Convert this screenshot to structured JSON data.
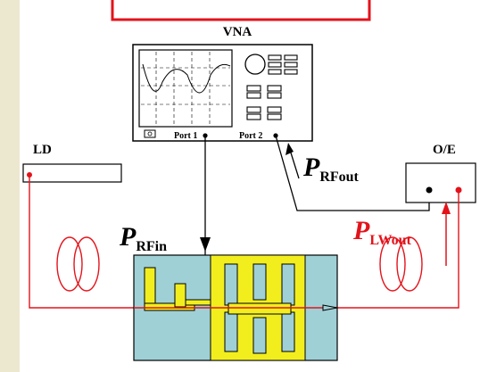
{
  "labels": {
    "vna": "VNA",
    "ld": "LD",
    "oe": "O/E",
    "port1": "Port 1",
    "port2": "Port 2"
  },
  "quantities": {
    "p_rfout": {
      "symbol": "P",
      "subscript": "RFout"
    },
    "p_rfin": {
      "symbol": "P",
      "subscript": "RFin"
    },
    "p_lwout": {
      "symbol": "P",
      "subscript": "LWout"
    }
  },
  "colors": {
    "side_band": "#ece8cf",
    "title_box_border": "#e3131b",
    "optical_path": "#e3131b",
    "substrate": "#9fd0d6",
    "electrode": "#f2ee1e",
    "line": "#000000"
  },
  "icons": {
    "port1_connector": "dot",
    "port2_connector": "dot",
    "vna_knob": "circle"
  }
}
